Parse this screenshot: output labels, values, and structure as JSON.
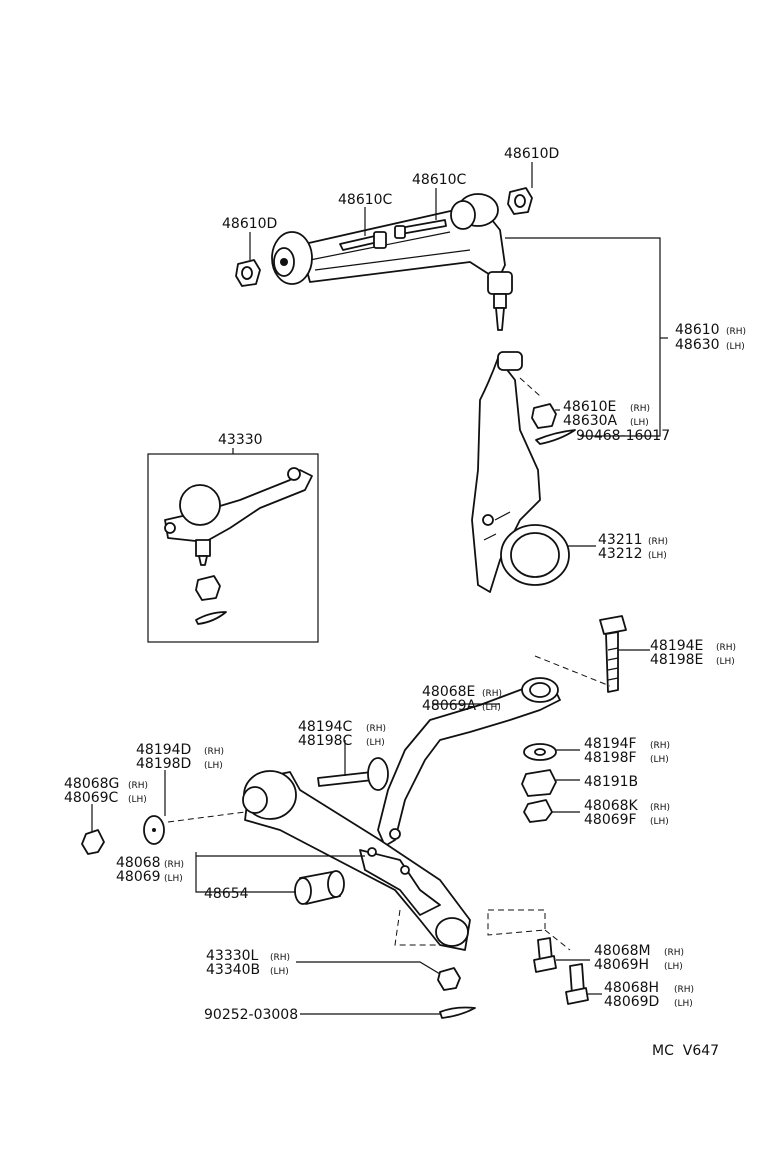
{
  "labels": {
    "p48610D_top": "48610D",
    "p48610C_a": "48610C",
    "p48610C_b": "48610C",
    "p48610D_left": "48610D",
    "p48610": "48610",
    "p48630": "48630",
    "p48610E": "48610E",
    "p48630A": "48630A",
    "p90468": "90468-16017",
    "p43330": "43330",
    "p43211": "43211",
    "p43212": "43212",
    "p48194E": "48194E",
    "p48198E": "48198E",
    "p48068E": "48068E",
    "p48069A": "48069A",
    "p48194C": "48194C",
    "p48198C": "48198C",
    "p48194F": "48194F",
    "p48198F": "48198F",
    "p48191B": "48191B",
    "p48194D": "48194D",
    "p48198D": "48198D",
    "p48068G": "48068G",
    "p48069C": "48069C",
    "p48068K": "48068K",
    "p48069F": "48069F",
    "p48068": "48068",
    "p48069": "48069",
    "p48654": "48654",
    "p43330L": "43330L",
    "p43340B": "43340B",
    "p48068M": "48068M",
    "p48069H": "48069H",
    "p48068H": "48068H",
    "p48069D": "48069D",
    "p90252": "90252-03008",
    "code": "MC  V647"
  },
  "side": {
    "rh": "(RH)",
    "lh": "(LH)"
  }
}
